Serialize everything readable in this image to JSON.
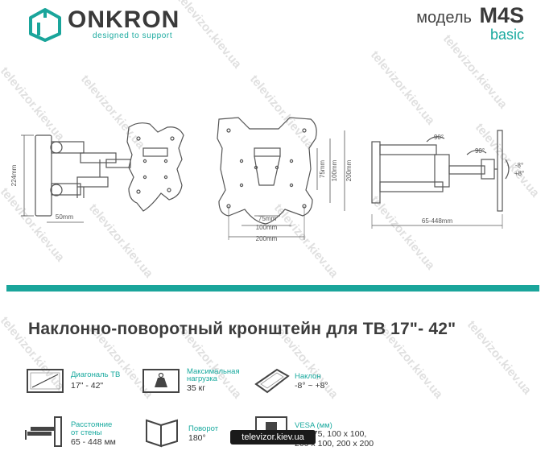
{
  "header": {
    "brand": "ONKRON",
    "tagline": "designed to support",
    "model_word": "модель",
    "model_code": "M4S",
    "model_variant": "basic"
  },
  "drawing_labels": {
    "side_height": "224mm",
    "side_depth": "50mm",
    "front_75": "75mm",
    "front_100": "100mm",
    "front_200": "200mm",
    "bottom_75": "75mm",
    "bottom_100": "100mm",
    "bottom_200": "200mm",
    "swivel_top": "90°",
    "swivel_mid": "90°",
    "tilt_range": "-8°",
    "tilt_range_plus": "+8°",
    "extension": "65-448mm"
  },
  "product_title": "Наклонно-поворотный кронштейн для ТВ 17\"- 42\"",
  "specs": {
    "diagonal": {
      "label": "Диагональ ТВ",
      "value": "17\" - 42\""
    },
    "load": {
      "label_1": "Максимальная",
      "label_2": "нагрузка",
      "value": "35 кг"
    },
    "tilt": {
      "label": "Наклон",
      "value": "-8° ~ +8°"
    },
    "distance": {
      "label_1": "Расстояние",
      "label_2": "от стены",
      "value": "65 - 448 мм"
    },
    "rotation": {
      "label": "Поворот",
      "value": "180°"
    },
    "vesa": {
      "label": "VESA (мм)",
      "value_1": "75 x 75, 100 x 100,",
      "value_2": "200 x 100, 200 x 200"
    }
  },
  "watermark": {
    "ribbon": "televizor.kiev.ua",
    "text": "televizor.kiev.ua"
  },
  "colors": {
    "accent": "#1aa59b",
    "text": "#333333"
  }
}
